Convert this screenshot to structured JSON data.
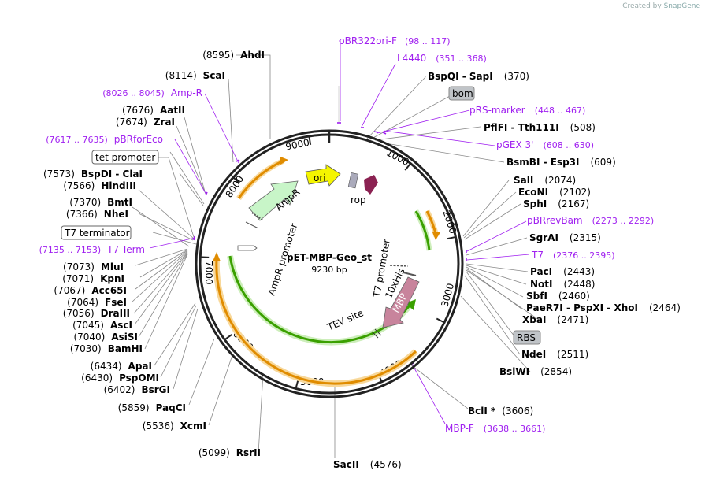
{
  "branding": {
    "created_by": "Created by",
    "brand": "SnapGene"
  },
  "plasmid": {
    "name": "pET-MBP-Geo_st",
    "size": "9230 bp"
  },
  "ticks": [
    "1000",
    "2000",
    "3000",
    "4000",
    "5000",
    "6000",
    "7000",
    "8000",
    "9000"
  ],
  "features": {
    "ori": "ori",
    "rop": "rop",
    "ampr": "AmpR",
    "ampr_promoter": "AmpR promoter",
    "t7_promoter": "T7 promoter",
    "his": "10xHis",
    "mbp": "MBP",
    "tev": "TEV site"
  },
  "boxed": {
    "bom": "bom",
    "tet_promoter": "tet promoter",
    "t7_terminator": "T7 terminator",
    "rbs": "RBS"
  },
  "enzymes_right": [
    {
      "name": "BspQI  -  SapI",
      "pos": "(370)"
    },
    {
      "name": "PflFI  -  Tth111I",
      "pos": "(508)"
    },
    {
      "name": "BsmBI  -  Esp3I",
      "pos": "(609)"
    },
    {
      "name": "SalI",
      "pos": "(2074)"
    },
    {
      "name": "EcoNI",
      "pos": "(2102)"
    },
    {
      "name": "SphI",
      "pos": "(2167)"
    },
    {
      "name": "SgrAI",
      "pos": "(2315)"
    },
    {
      "name": "PacI",
      "pos": "(2443)"
    },
    {
      "name": "NotI",
      "pos": "(2448)"
    },
    {
      "name": "SbfI",
      "pos": "(2460)"
    },
    {
      "name": "PaeR7I  -  PspXI  -  XhoI",
      "pos": "(2464)"
    },
    {
      "name": "XbaI",
      "pos": "(2471)"
    },
    {
      "name": "NdeI",
      "pos": "(2511)"
    },
    {
      "name": "BsiWI",
      "pos": "(2854)"
    },
    {
      "name": "BclI *",
      "pos": "(3606)"
    },
    {
      "name": "SacII",
      "pos": "(4576)"
    }
  ],
  "enzymes_left": [
    {
      "name": "AhdI",
      "pos": "(8595)"
    },
    {
      "name": "ScaI",
      "pos": "(8114)"
    },
    {
      "name": "AatII",
      "pos": "(7676)"
    },
    {
      "name": "ZraI",
      "pos": "(7674)"
    },
    {
      "name": "BspDI  -  ClaI",
      "pos": "(7573)"
    },
    {
      "name": "HindIII",
      "pos": "(7566)"
    },
    {
      "name": "BmtI",
      "pos": "(7370)"
    },
    {
      "name": "NheI",
      "pos": "(7366)"
    },
    {
      "name": "MluI",
      "pos": "(7073)"
    },
    {
      "name": "KpnI",
      "pos": "(7071)"
    },
    {
      "name": "Acc65I",
      "pos": "(7067)"
    },
    {
      "name": "FseI",
      "pos": "(7064)"
    },
    {
      "name": "DraIII",
      "pos": "(7056)"
    },
    {
      "name": "AscI",
      "pos": "(7045)"
    },
    {
      "name": "AsiSI",
      "pos": "(7040)"
    },
    {
      "name": "BamHI",
      "pos": "(7030)"
    },
    {
      "name": "ApaI",
      "pos": "(6434)"
    },
    {
      "name": "PspOMI",
      "pos": "(6430)"
    },
    {
      "name": "BsrGI",
      "pos": "(6402)"
    },
    {
      "name": "PaqCI",
      "pos": "(5859)"
    },
    {
      "name": "XcmI",
      "pos": "(5536)"
    },
    {
      "name": "RsrII",
      "pos": "(5099)"
    }
  ],
  "primers": [
    {
      "name": "pBR322ori-F",
      "pos": "(98 .. 117)"
    },
    {
      "name": "L4440",
      "pos": "(351 .. 368)"
    },
    {
      "name": "pRS-marker",
      "pos": "(448 .. 467)"
    },
    {
      "name": "pGEX 3'",
      "pos": "(608 .. 630)"
    },
    {
      "name": "pBRrevBam",
      "pos": "(2273 .. 2292)"
    },
    {
      "name": "T7",
      "pos": "(2376 .. 2395)"
    },
    {
      "name": "MBP-F",
      "pos": "(3638 .. 3661)"
    },
    {
      "name": "Amp-R",
      "pos": "(8026 .. 8045)"
    },
    {
      "name": "pBRforEco",
      "pos": "(7617 .. 7635)"
    },
    {
      "name": "T7 Term",
      "pos": "(7135 .. 7153)"
    }
  ],
  "colors": {
    "primer": "#a020f0",
    "ori": "#f5f500",
    "rop": "#8b2252",
    "ampr": "#c8f5c8",
    "mbp": "#c8849c",
    "orange": "#e08c00",
    "green": "#3aa000",
    "orange_glow": "#f8d89a",
    "green_glow": "#cdeebb",
    "boxed_fill": "#c0c4c8"
  }
}
